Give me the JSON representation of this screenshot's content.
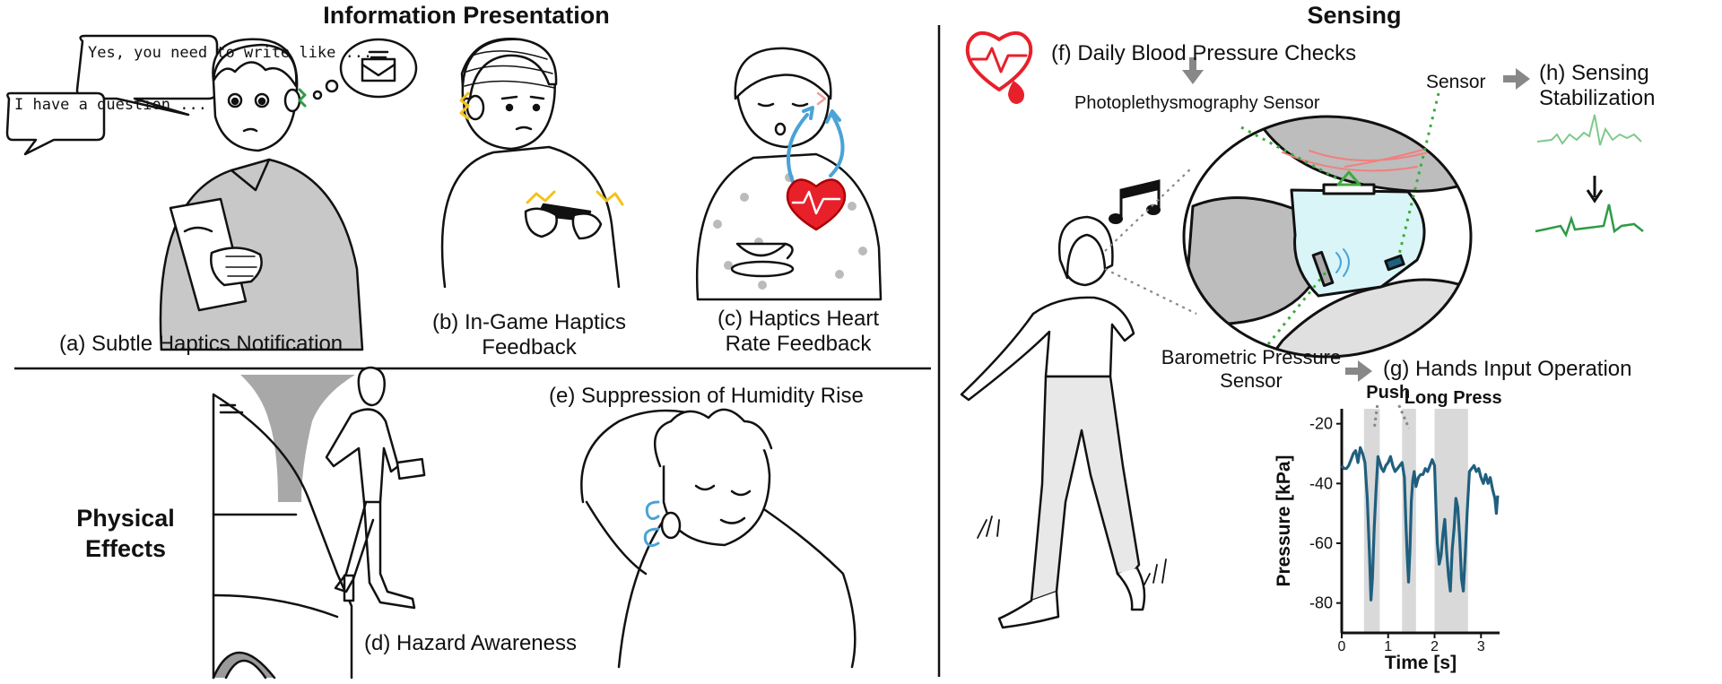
{
  "sections": {
    "left_title": "Information Presentation",
    "right_title": "Sensing",
    "physical_effects": "Physical\nEffects"
  },
  "captions": {
    "a": "(a) Subtle Haptics Notification",
    "b": "(b) In-Game Haptics\nFeedback",
    "c": "(c) Haptics Heart\nRate Feedback",
    "d": "(d) Hazard Awareness",
    "e": "(e) Suppression of Humidity Rise",
    "f": "(f) Daily Blood  Pressure Checks",
    "g": "(g) Hands Input Operation",
    "h": "(h) Sensing\nStabilization"
  },
  "speech": {
    "bubble1": "Yes, you need\nto write like ...",
    "bubble2": "I have a\nquestion ..."
  },
  "sensor_labels": {
    "ppg": "Photoplethysmography Sensor",
    "sensor": "Sensor",
    "barometric": "Barometric Pressure\nSensor"
  },
  "colors": {
    "signal": "#1f5f7f",
    "stabilized": "#2e9b45",
    "heart": "#e8202a",
    "haptic": "#f2c21b",
    "airflow": "#4aa3d6",
    "highlight": "#d9d9d9",
    "sensor_green": "#3daa3d",
    "ear_fill": "#d9f5f7"
  },
  "icons": [
    "heart-pressure-icon",
    "music-note-icon",
    "envelope-icon",
    "arrow-right-icon",
    "arrow-up-icon",
    "arrow-down-icon"
  ],
  "chart_data": {
    "type": "line",
    "xlabel": "Time [s]",
    "ylabel": "Pressure [kPa]",
    "xlim": [
      0,
      3.4
    ],
    "ylim": [
      -90,
      -15
    ],
    "xticks": [
      0,
      1,
      2,
      3
    ],
    "yticks": [
      -20,
      -40,
      -60,
      -80
    ],
    "annotations": [
      {
        "label": "Push",
        "x": 1.0
      },
      {
        "label": "Long Press",
        "x": 2.4
      }
    ],
    "highlights": [
      {
        "x0": 0.48,
        "x1": 0.82
      },
      {
        "x0": 1.3,
        "x1": 1.6
      },
      {
        "x0": 2.0,
        "x1": 2.72
      }
    ],
    "series": [
      {
        "x": [
          0.0,
          0.05,
          0.1,
          0.15,
          0.2,
          0.25,
          0.3,
          0.35,
          0.4,
          0.45,
          0.5,
          0.55,
          0.6,
          0.63,
          0.66,
          0.7,
          0.74,
          0.78,
          0.82,
          0.86,
          0.9,
          0.95,
          1.0,
          1.05,
          1.1,
          1.15,
          1.2,
          1.25,
          1.3,
          1.35,
          1.38,
          1.41,
          1.44,
          1.47,
          1.5,
          1.53,
          1.56,
          1.6,
          1.65,
          1.7,
          1.75,
          1.8,
          1.85,
          1.9,
          1.95,
          2.0,
          2.03,
          2.06,
          2.1,
          2.14,
          2.18,
          2.22,
          2.26,
          2.3,
          2.34,
          2.38,
          2.42,
          2.46,
          2.5,
          2.54,
          2.58,
          2.62,
          2.66,
          2.7,
          2.75,
          2.8,
          2.85,
          2.9,
          2.95,
          3.0,
          3.05,
          3.1,
          3.15,
          3.2,
          3.25,
          3.3,
          3.33,
          3.36
        ],
        "y": [
          -34,
          -35,
          -35,
          -34,
          -32,
          -30,
          -29,
          -33,
          -28,
          -30,
          -33,
          -45,
          -65,
          -79,
          -72,
          -55,
          -42,
          -31,
          -33,
          -35,
          -36,
          -34,
          -33,
          -31,
          -34,
          -36,
          -35,
          -34,
          -33,
          -38,
          -52,
          -64,
          -73,
          -62,
          -46,
          -39,
          -36,
          -41,
          -38,
          -37,
          -37,
          -35,
          -36,
          -34,
          -32,
          -34,
          -48,
          -60,
          -67,
          -64,
          -57,
          -52,
          -63,
          -71,
          -76,
          -62,
          -55,
          -45,
          -48,
          -58,
          -72,
          -76,
          -64,
          -50,
          -36,
          -35,
          -34,
          -36,
          -35,
          -38,
          -40,
          -37,
          -40,
          -38,
          -42,
          -45,
          -50,
          -44
        ]
      }
    ]
  }
}
